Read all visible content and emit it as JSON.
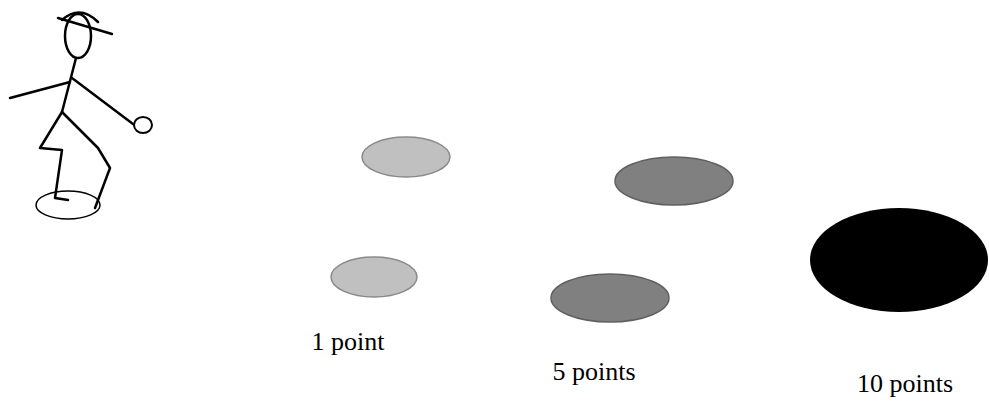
{
  "diagram": {
    "labels": [
      "1 point",
      "5 points",
      "10 points"
    ]
  }
}
